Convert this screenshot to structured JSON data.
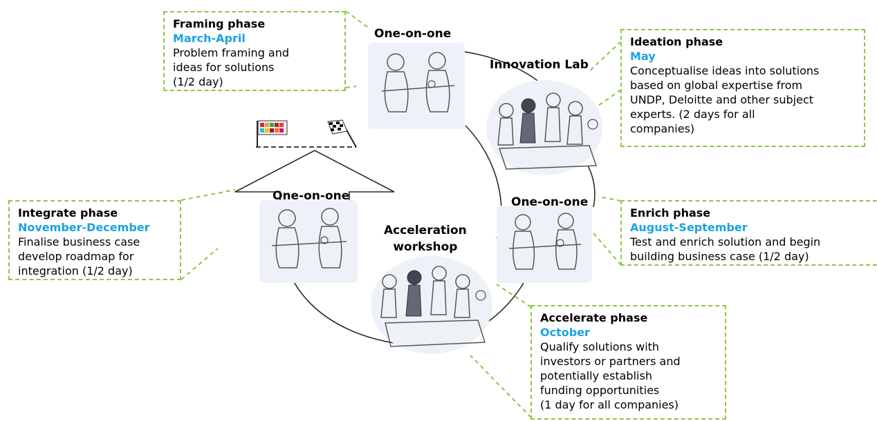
{
  "colors": {
    "dash": "#8cc63f",
    "phase_date": "#1aa3e0",
    "cycle_line": "#2a2a2a",
    "sketch_fill": "#eef2f8"
  },
  "icons": {
    "start": "sdg-goals-flag-icon",
    "finish": "checkered-finish-flag-icon"
  },
  "stations": {
    "top": "One-on-one",
    "innovation": "Innovation Lab",
    "right": "One-on-one",
    "left": "One-on-one",
    "acceleration_line1": "Acceleration",
    "acceleration_line2": "workshop"
  },
  "phases": {
    "framing": {
      "title": "Framing phase",
      "date": "March-April",
      "desc": "Problem framing and\nideas for solutions\n(1/2 day)"
    },
    "ideation": {
      "title": "Ideation phase",
      "date": "May",
      "desc": "Conceptualise ideas into solutions\nbased on global expertise from\nUNDP, Deloitte  and other subject\nexperts. (2 days for all\ncompanies)"
    },
    "enrich": {
      "title": "Enrich phase",
      "date": "August-September",
      "desc": "Test and enrich solution and begin\nbuilding business case (1/2 day)"
    },
    "accelerate": {
      "title": "Accelerate phase",
      "date": "October",
      "desc": "Qualify solutions with\ninvestors or partners and\npotentially establish\nfunding opportunities\n(1 day for all companies)"
    },
    "integrate": {
      "title": "Integrate phase",
      "date": "November-December",
      "desc": "Finalise business case\ndevelop roadmap for\nintegration (1/2 day)"
    }
  }
}
